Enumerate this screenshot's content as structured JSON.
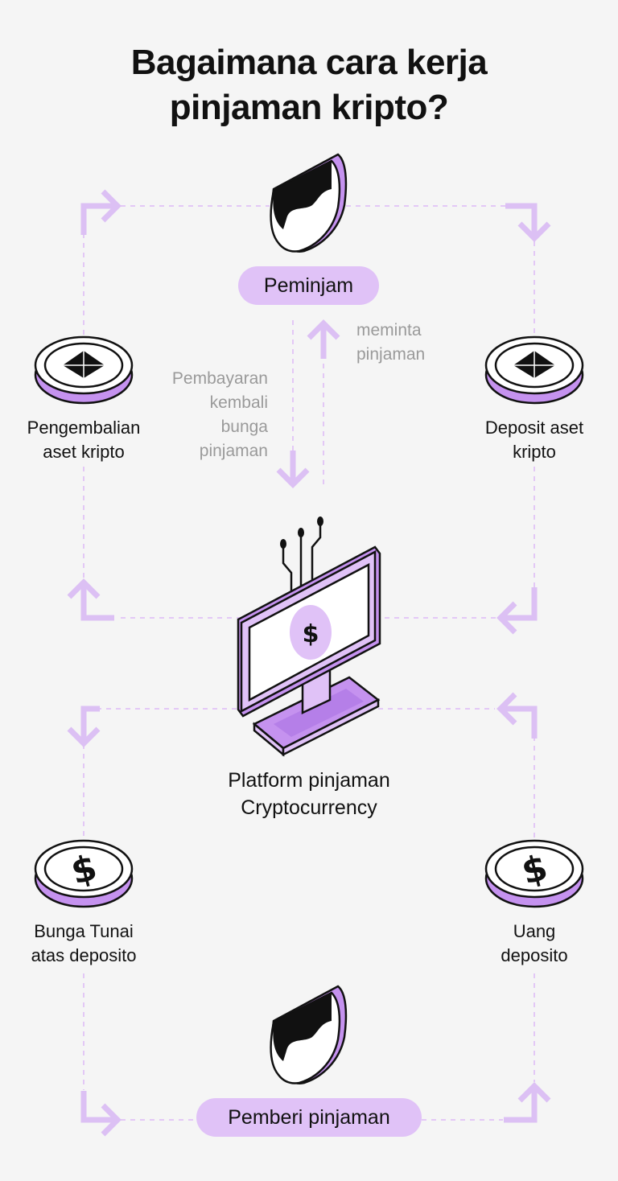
{
  "title": {
    "line1": "Bagaimana cara kerja",
    "line2": "pinjaman kripto?"
  },
  "borrower": {
    "label": "Peminjam"
  },
  "lender": {
    "label": "Pemberi pinjaman"
  },
  "platform": {
    "line1": "Platform pinjaman",
    "line2": "Cryptocurrency"
  },
  "flows": {
    "request": {
      "line1": "meminta",
      "line2": "pinjaman"
    },
    "repayment": {
      "line1": "Pembayaran",
      "line2": "kembali",
      "line3": "bunga",
      "line4": "pinjaman"
    }
  },
  "nodes": {
    "return_crypto": {
      "line1": "Pengembalian",
      "line2": "aset kripto",
      "icon": "ethereum-coin-icon"
    },
    "deposit_crypto": {
      "line1": "Deposit aset",
      "line2": "kripto",
      "icon": "ethereum-coin-icon"
    },
    "cash_interest": {
      "line1": "Bunga Tunai",
      "line2": "atas deposito",
      "icon": "dollar-coin-icon"
    },
    "cash_deposit": {
      "line1": "Uang",
      "line2": "deposito",
      "icon": "dollar-coin-icon"
    }
  },
  "colors": {
    "accent": "#e0c2f7",
    "accent_dark": "#c592ef",
    "arrow": "#dcc0f4",
    "muted_text": "#9a9a9a",
    "background": "#f5f5f5"
  }
}
